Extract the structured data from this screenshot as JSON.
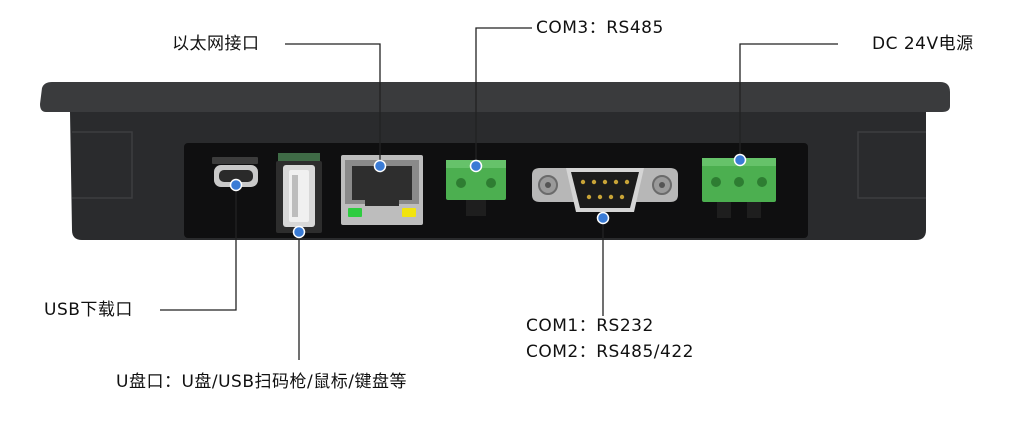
{
  "labels": {
    "ethernet": "以太网接口",
    "com3": "COM3：RS485",
    "power": "DC 24V电源",
    "usb_download": "USB下载口",
    "com1": "COM1：RS232",
    "com2": "COM2：RS485/422",
    "udisk": "U盘口：U盘/USB扫码枪/鼠标/键盘等"
  },
  "colors": {
    "callout_dot": "#3a7bd5",
    "terminal_green": "#4caf50",
    "led_green": "#2ecc40",
    "led_yellow": "#f1e40e"
  }
}
